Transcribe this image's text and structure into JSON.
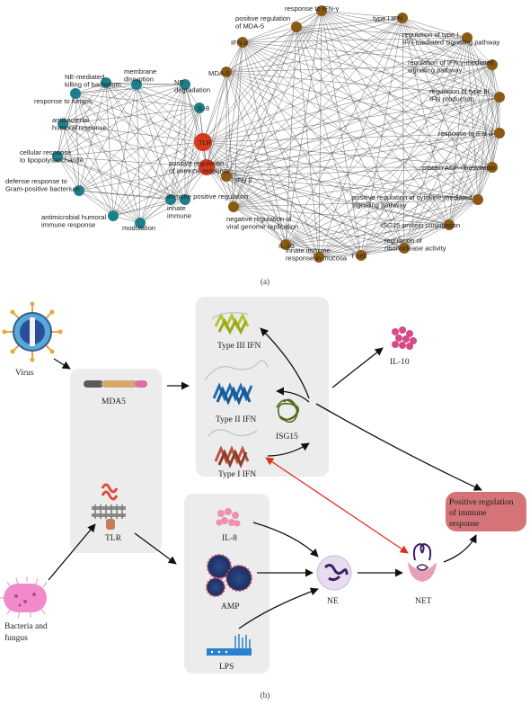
{
  "panel_a": {
    "caption": "(a)",
    "colors": {
      "teal": "#1e7f8c",
      "brown": "#8a5a12",
      "red": "#d63a1a",
      "edge": "#333333"
    },
    "nodes": [
      {
        "id": "ifn_gamma",
        "label": "response to IFN-γ",
        "color": "brown"
      },
      {
        "id": "mda5_reg",
        "label": "positive regulation of MDA-5",
        "color": "brown"
      },
      {
        "id": "type_i",
        "label": "type I IFN",
        "color": "brown"
      },
      {
        "id": "reg_type_i",
        "label": "regulation of type I IFN-mediated signaling pathway",
        "color": "brown"
      },
      {
        "id": "ifn_a",
        "label": "IFN α",
        "color": "brown"
      },
      {
        "id": "mda5",
        "label": "MDA-5",
        "color": "brown"
      },
      {
        "id": "reg_ifn_g",
        "label": "regulation of IFN γ-mediated signaling pathway",
        "color": "brown"
      },
      {
        "id": "reg_type_iii",
        "label": "regulation of type III IFN production",
        "color": "brown"
      },
      {
        "id": "resp_ifn_b",
        "label": "response to IFN β",
        "color": "brown"
      },
      {
        "id": "adp",
        "label": "protein ADP-ribosylation",
        "color": "brown"
      },
      {
        "id": "cytokine",
        "label": "positive regulation of cytokine-mediated signaling pathway",
        "color": "brown"
      },
      {
        "id": "isg15",
        "label": "ISG15-protein conjugation",
        "color": "brown"
      },
      {
        "id": "ribonuclease",
        "label": "regulation of ribonuclease activity",
        "color": "brown"
      },
      {
        "id": "tcell",
        "label": "T cell",
        "color": "brown"
      },
      {
        "id": "mucosa",
        "label": "innate immune response in mucosa",
        "color": "brown"
      },
      {
        "id": "il10",
        "label": "IL-10",
        "color": "brown"
      },
      {
        "id": "viral",
        "label": "negative regulation of viral genome replication",
        "color": "brown"
      },
      {
        "id": "ifnb",
        "label": "IFN β",
        "color": "brown"
      },
      {
        "id": "tlr",
        "label": "TLR",
        "color": "red"
      },
      {
        "id": "posreg",
        "label": "positive regulation of immune response",
        "color": "red"
      },
      {
        "id": "il8",
        "label": "IL-8",
        "color": "teal"
      },
      {
        "id": "membrane",
        "label": "membrane disruption",
        "color": "teal"
      },
      {
        "id": "ne_deg",
        "label": "NE degradation",
        "color": "teal"
      },
      {
        "id": "ne_killing",
        "label": "NE-mediated killing of bacterium",
        "color": "teal"
      },
      {
        "id": "fungus",
        "label": "response to fungus",
        "color": "teal"
      },
      {
        "id": "antibact",
        "label": "antibacterial humoral response",
        "color": "teal"
      },
      {
        "id": "lps",
        "label": "cellular response to lipopolysaccharide",
        "color": "teal"
      },
      {
        "id": "gram_pos",
        "label": "defense response to Gram-positive bacterium",
        "color": "teal"
      },
      {
        "id": "antimicrobial",
        "label": "antimicrobial humoral immune response",
        "color": "teal"
      },
      {
        "id": "modulation",
        "label": "modulation",
        "color": "teal"
      },
      {
        "id": "innate",
        "label": "innate immune",
        "color": "teal"
      },
      {
        "id": "immune_pos",
        "label": "immune positive regulation",
        "color": "teal"
      }
    ]
  },
  "panel_b": {
    "caption": "(b)",
    "labels": {
      "virus": "Virus",
      "mda5": "MDA5",
      "type_iii": "Type III IFN",
      "type_ii": "Type II IFN",
      "type_i": "Type I IFN",
      "isg15": "ISG15",
      "il10": "IL-10",
      "tlr": "TLR",
      "il8": "IL-8",
      "amp": "AMP",
      "lps": "LPS",
      "ne": "NE",
      "net": "NET",
      "bacteria_line1": "Bacteria and",
      "bacteria_line2": "fungus",
      "posreg_line1": "Positive regulation",
      "posreg_line2": "of immune",
      "posreg_line3": "response"
    }
  }
}
